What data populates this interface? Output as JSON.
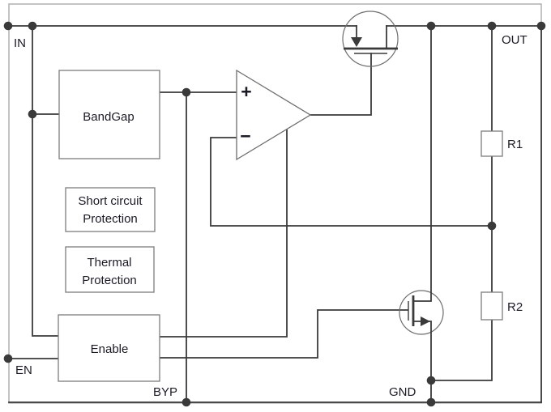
{
  "diagram": {
    "type": "ldo-regulator-block-diagram",
    "pins": {
      "in": "IN",
      "out": "OUT",
      "en": "EN",
      "byp": "BYP",
      "gnd": "GND"
    },
    "blocks": {
      "bandgap": {
        "label": "BandGap"
      },
      "short_circuit": {
        "line1": "Short circuit",
        "line2": "Protection"
      },
      "thermal": {
        "line1": "Thermal",
        "line2": "Protection"
      },
      "enable": {
        "label": "Enable"
      },
      "r1": {
        "label": "R1"
      },
      "r2": {
        "label": "R2"
      }
    },
    "error_amplifier": {
      "plus_label": "+",
      "minus_label": "−"
    },
    "symbols": {
      "pass_transistor": "pmos-transistor-icon",
      "discharge_transistor": "nmos-transistor-icon",
      "amplifier": "opamp-triangle-icon"
    },
    "colors": {
      "wire": "#3a3a3a",
      "symbol": "#6e6e6e",
      "box_border": "#7c7c7c",
      "outer_border": "#b0b0b0",
      "text": "#1b1b26",
      "background": "#ffffff"
    }
  }
}
